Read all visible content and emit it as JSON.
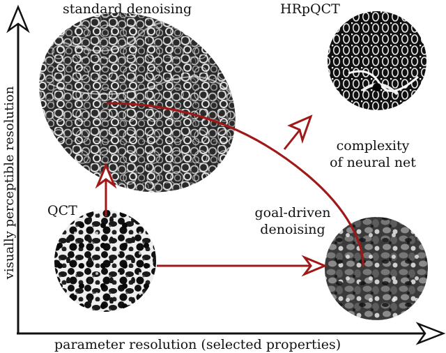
{
  "labels": {
    "standard_denoising": "standard denoising",
    "hrpqct": "HRpQCT",
    "complexity_line1": "complexity",
    "complexity_line2": "of neural net",
    "qct": "QCT",
    "goal_driven_line1": "goal-driven",
    "goal_driven_line2": "denoising"
  },
  "axes": {
    "x_label": "parameter resolution (selected properties)",
    "y_label": "visually perceptible resolution"
  },
  "colors": {
    "arrow": "#a01818",
    "axis": "#111111"
  }
}
